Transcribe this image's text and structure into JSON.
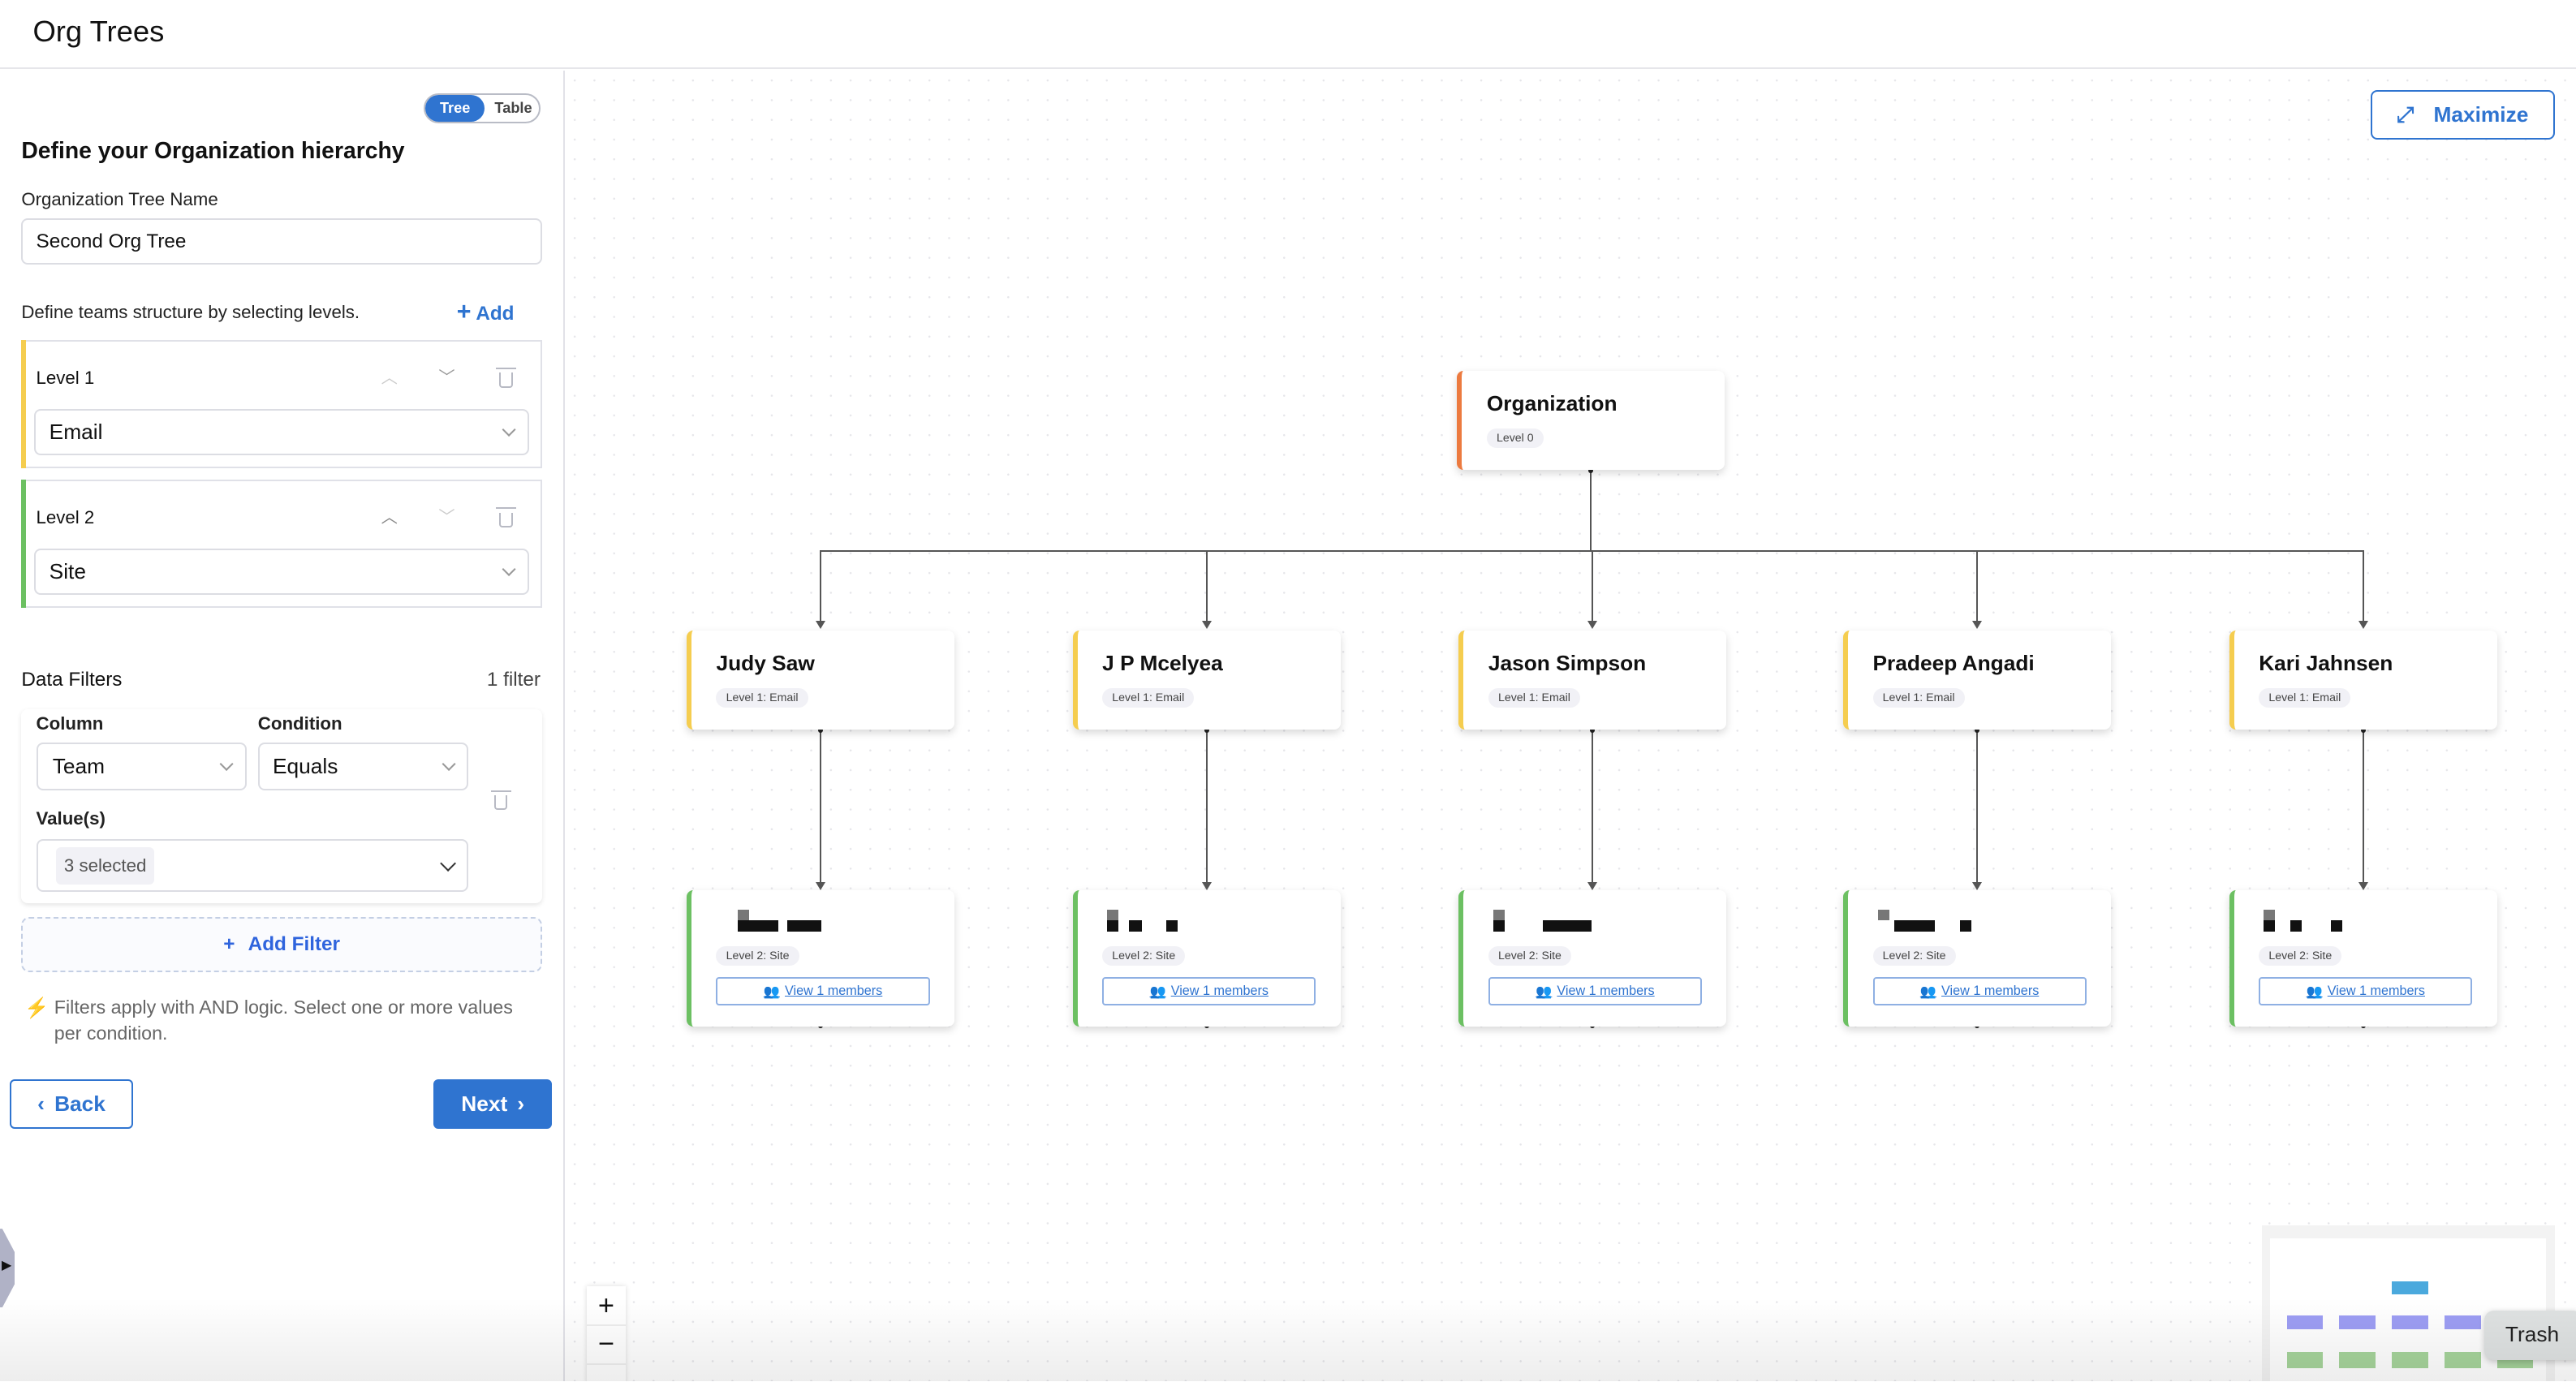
{
  "app": {
    "title": "Org Trees"
  },
  "view_toggle": {
    "options": [
      "Tree",
      "Table"
    ],
    "selected": "Tree"
  },
  "form": {
    "heading": "Define your Organization hierarchy",
    "tree_name_label": "Organization Tree Name",
    "tree_name_value": "Second Org Tree",
    "levels_hint": "Define teams structure by selecting levels.",
    "add_label": "Add",
    "levels": [
      {
        "label": "Level 1",
        "value": "Email",
        "color": "#f5cd4f"
      },
      {
        "label": "Level 2",
        "value": "Site",
        "color": "#6cc062"
      }
    ]
  },
  "filters": {
    "title": "Data Filters",
    "count": "1 filter",
    "column_label": "Column",
    "column_value": "Team",
    "condition_label": "Condition",
    "condition_value": "Equals",
    "values_label": "Value(s)",
    "values_value": "3 selected",
    "add_filter": "Add Filter",
    "note": "Filters apply with AND logic. Select one or more values per condition."
  },
  "nav": {
    "back": "Back",
    "next": "Next"
  },
  "canvas": {
    "maximize": "Maximize",
    "root": {
      "name": "Organization",
      "chip": "Level 0",
      "color": "#ec7a3f"
    },
    "level1_color": "#f5cd4f",
    "level2_color": "#6cc062",
    "level1": [
      {
        "name": "Judy Saw",
        "chip": "Level 1: Email"
      },
      {
        "name": "J P Mcelyea",
        "chip": "Level 1: Email"
      },
      {
        "name": "Jason Simpson",
        "chip": "Level 1: Email"
      },
      {
        "name": "Pradeep Angadi",
        "chip": "Level 1: Email"
      },
      {
        "name": "Kari Jahnsen",
        "chip": "Level 1: Email"
      }
    ],
    "level2": [
      {
        "chip": "Level 2: Site",
        "link": "View 1 members"
      },
      {
        "chip": "Level 2: Site",
        "link": "View 1 members"
      },
      {
        "chip": "Level 2: Site",
        "link": "View 1 members"
      },
      {
        "chip": "Level 2: Site",
        "link": "View 1 members"
      },
      {
        "chip": "Level 2: Site",
        "link": "View 1 members"
      }
    ],
    "zoom_controls": [
      "+",
      "−"
    ],
    "minimap_colors": {
      "root": "#4ba9dd",
      "level1": "#9d9ef4",
      "level2": "#a6d49b"
    },
    "tooltip": "Trash"
  }
}
